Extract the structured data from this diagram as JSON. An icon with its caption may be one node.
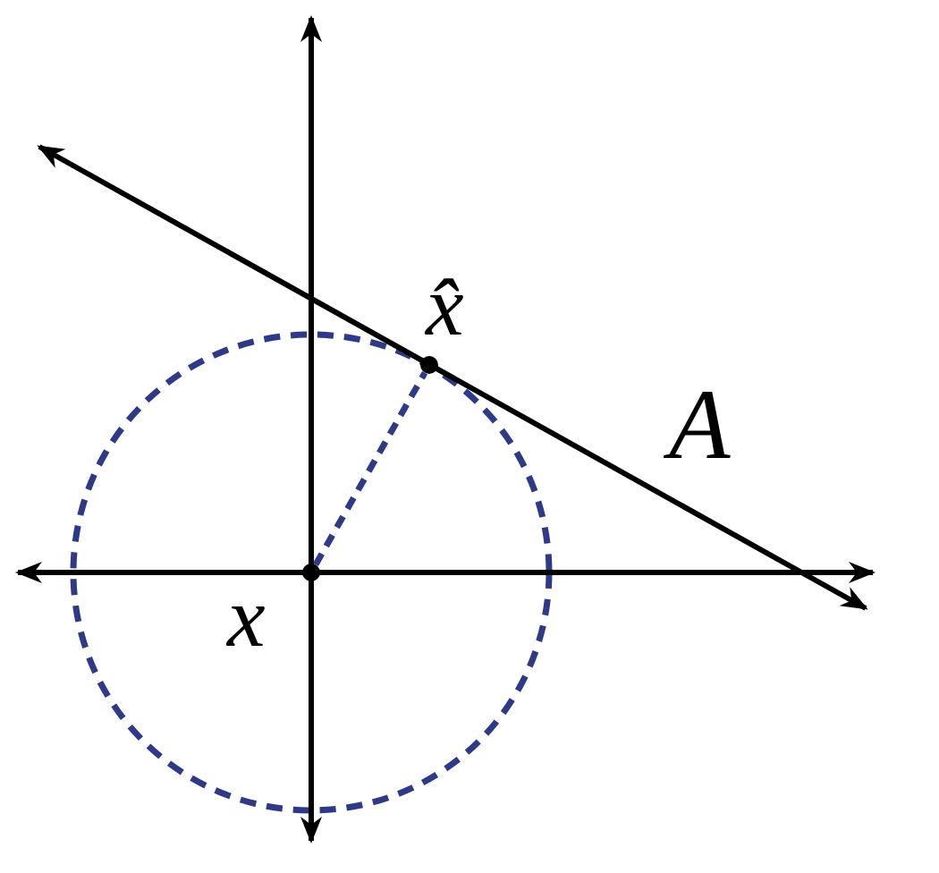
{
  "diagram": {
    "nodes": [
      {
        "text": [],
        "shape": "circle",
        "beside": [
          "x"
        ]
      },
      {
        "text": [],
        "shape": "circle",
        "beside": [
          "x̂"
        ]
      }
    ],
    "edges": [
      {
        "from": 0,
        "to": 1,
        "arrow": "none",
        "style": "dashed",
        "color": "#2e3a87"
      }
    ],
    "labels": [
      "A"
    ]
  }
}
